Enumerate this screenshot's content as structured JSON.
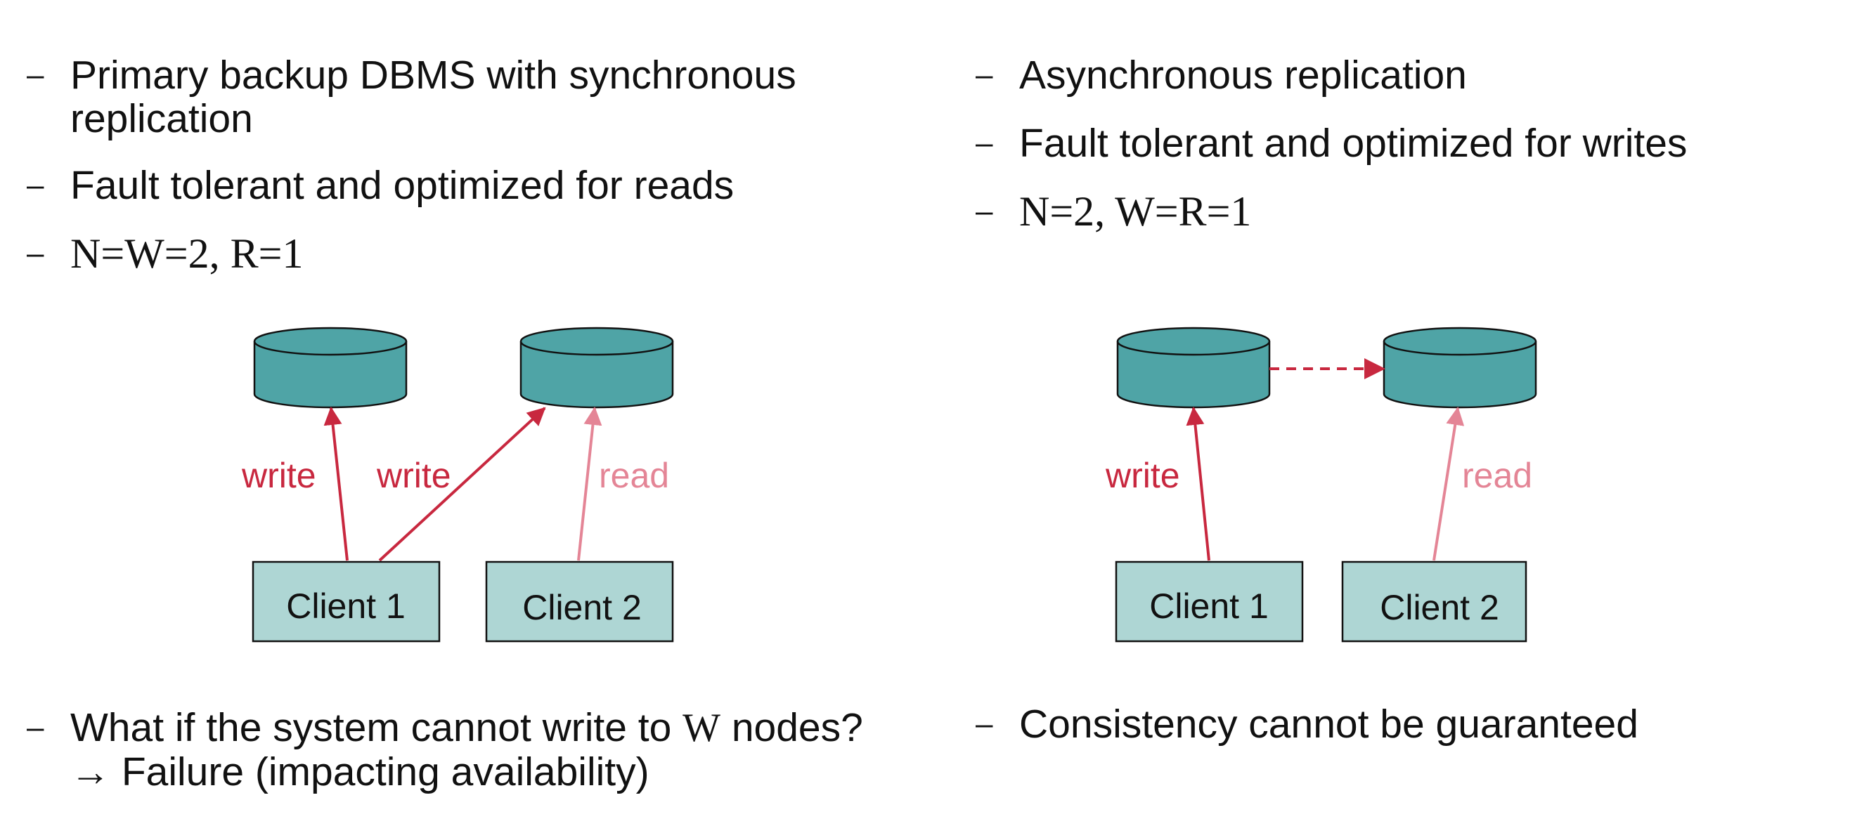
{
  "colors": {
    "db_fill": "#4fa4a6",
    "client_fill": "#aed6d4",
    "write_color": "#c8283f",
    "read_color": "#e48596",
    "stroke": "#111111"
  },
  "left": {
    "bullets": {
      "b1_line1": "Primary backup DBMS with synchronous",
      "b1_line2": "replication",
      "b2": "Fault tolerant and optimized for reads",
      "b3": "N=W=2, R=1"
    },
    "dash": "–",
    "diagram": {
      "write_label_1": "write",
      "write_label_2": "write",
      "read_label": "read",
      "client1": "Client 1",
      "client2": "Client 2"
    },
    "bottom": {
      "line1_pre": "What if the system cannot write to ",
      "line1_math": "W",
      "line1_post": " nodes?",
      "line2": "→ Failure (impacting availability)"
    }
  },
  "right": {
    "bullets": {
      "b1": "Asynchronous replication",
      "b2": "Fault tolerant and optimized for writes",
      "b3": "N=2, W=R=1"
    },
    "dash": "–",
    "diagram": {
      "write_label": "write",
      "read_label": "read",
      "client1": "Client 1",
      "client2": "Client 2"
    },
    "bottom": {
      "line1": "Consistency cannot be guaranteed"
    }
  }
}
